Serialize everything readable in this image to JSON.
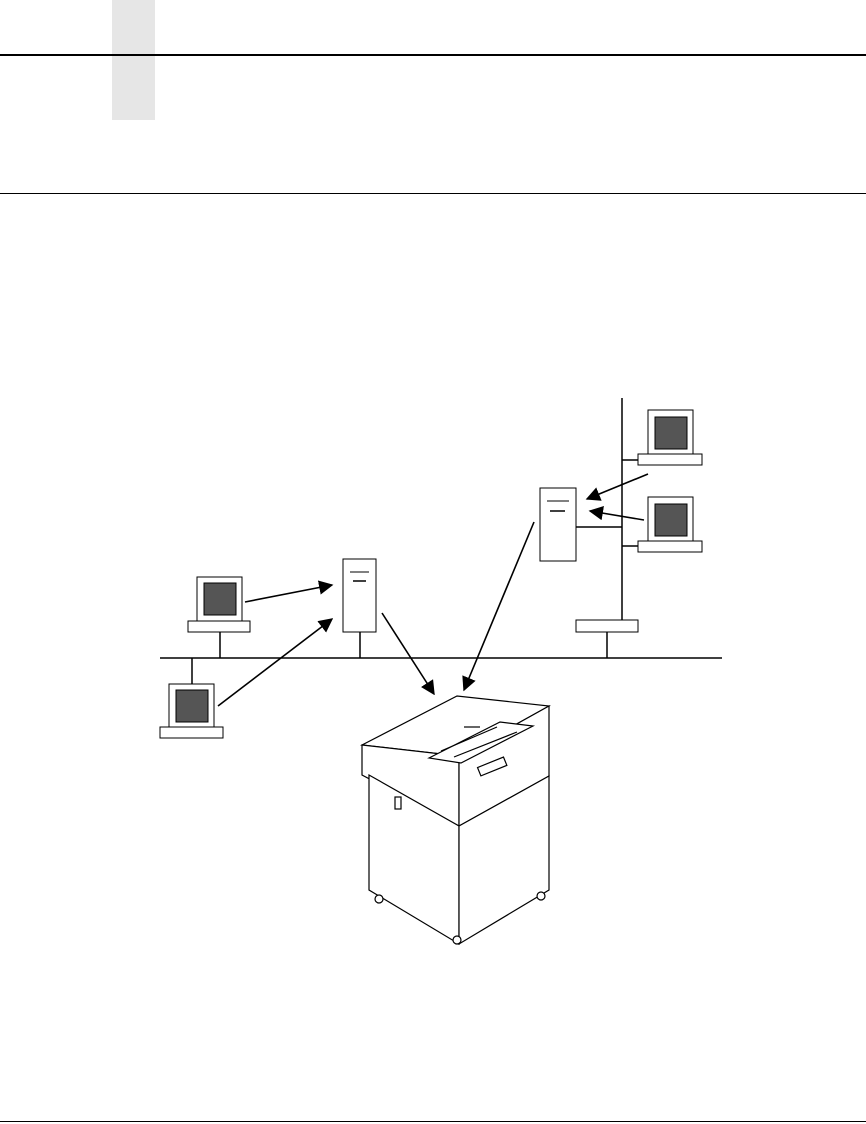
{
  "page": {
    "header_text": "",
    "footer_text": ""
  },
  "diagram": {
    "nodes": [
      {
        "id": "workstation-1",
        "kind": "workstation"
      },
      {
        "id": "workstation-2",
        "kind": "workstation"
      },
      {
        "id": "workstation-3",
        "kind": "workstation"
      },
      {
        "id": "workstation-4",
        "kind": "workstation"
      },
      {
        "id": "server-left",
        "kind": "server"
      },
      {
        "id": "server-right",
        "kind": "server"
      },
      {
        "id": "bridge",
        "kind": "network-bridge"
      },
      {
        "id": "printer",
        "kind": "line-matrix-printer"
      }
    ],
    "connections": [
      {
        "from": "workstation-1",
        "to": "server-left"
      },
      {
        "from": "workstation-2",
        "to": "server-left"
      },
      {
        "from": "workstation-3",
        "to": "server-right"
      },
      {
        "from": "workstation-4",
        "to": "server-right"
      },
      {
        "from": "server-left",
        "to": "printer"
      },
      {
        "from": "server-right",
        "to": "printer"
      }
    ],
    "colors": {
      "line": "#000000",
      "screen": "#555555",
      "chapter_tab": "#e6e6e6"
    }
  }
}
